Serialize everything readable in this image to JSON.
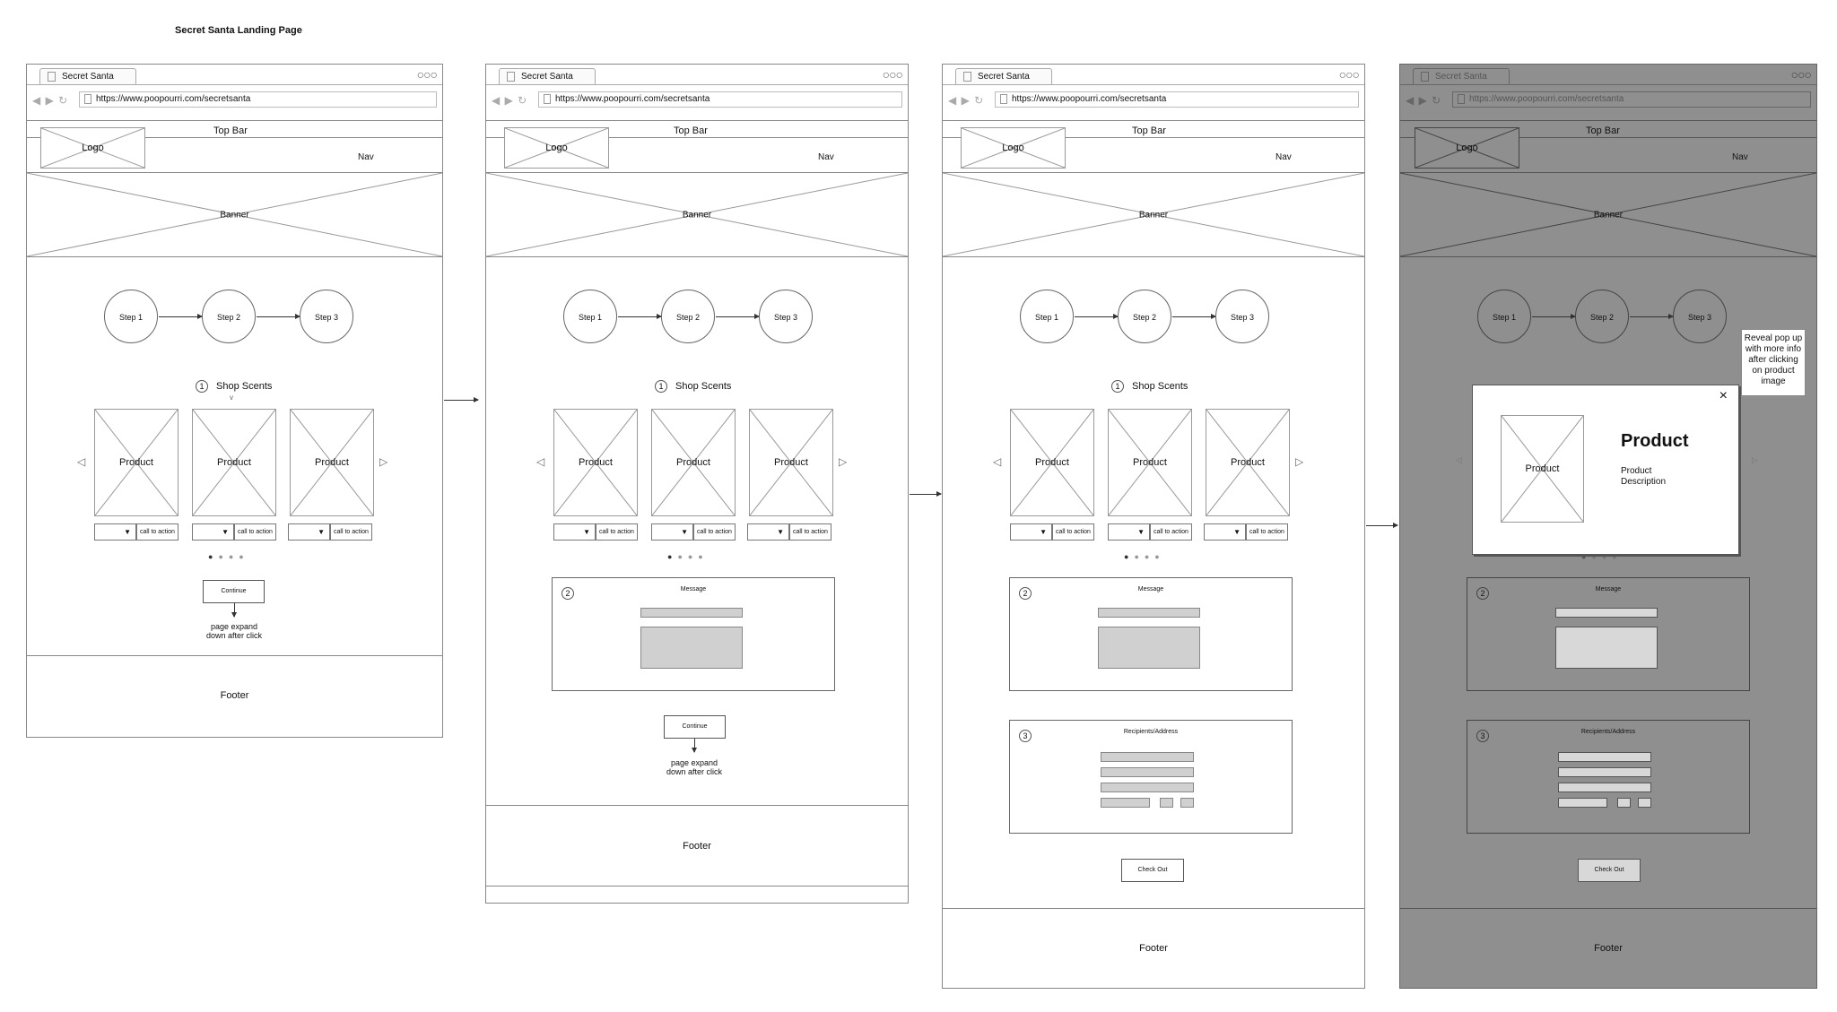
{
  "title": "Secret Santa Landing Page",
  "browser": {
    "tab_title": "Secret Santa",
    "url": "https://www.poopourri.com/secretsanta"
  },
  "header": {
    "topbar": "Top Bar",
    "logo": "Logo",
    "nav": "Nav",
    "banner": "Banner"
  },
  "steps": [
    "Step 1",
    "Step 2",
    "Step 3"
  ],
  "shop": {
    "number": "1",
    "title": "Shop Scents",
    "product_label": "Product",
    "cta_label": "call to action"
  },
  "message": {
    "number": "2",
    "title": "Message"
  },
  "recipients": {
    "number": "3",
    "title": "Recipients/Address"
  },
  "continue_label": "Continue",
  "expand_note_line1": "page expand",
  "expand_note_line2": "down after click",
  "checkout_label": "Check Out",
  "footer": "Footer",
  "popup": {
    "product_image_label": "Product",
    "title": "Product",
    "desc_line1": "Product",
    "desc_line2": "Description",
    "close": "×",
    "callout_lines": [
      "Reveal pop up",
      "with more info",
      "after clicking",
      "on product",
      "image"
    ]
  }
}
